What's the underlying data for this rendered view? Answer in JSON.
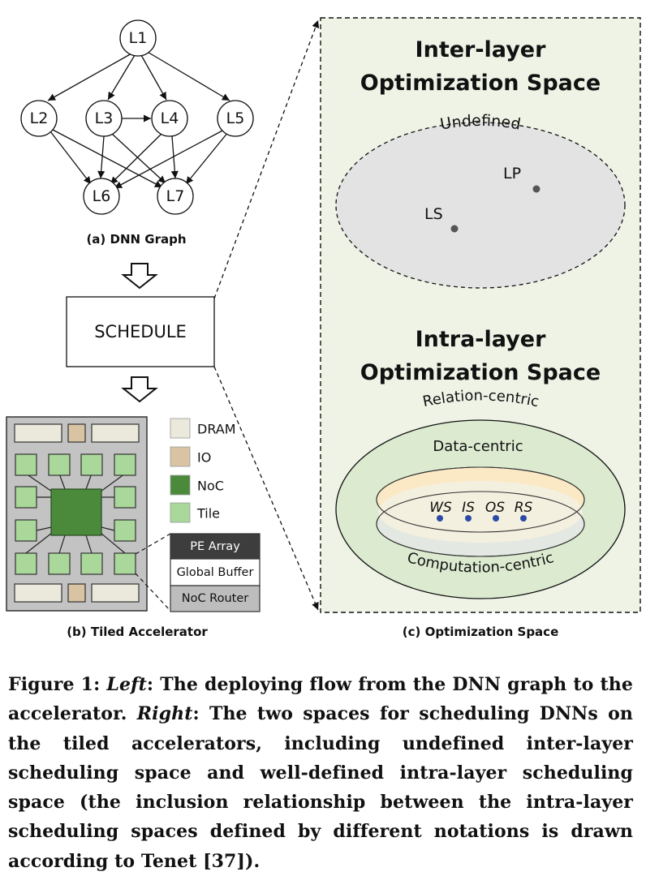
{
  "graph": {
    "nodes": [
      "L1",
      "L2",
      "L3",
      "L4",
      "L5",
      "L6",
      "L7"
    ],
    "caption": "(a) DNN Graph"
  },
  "schedule_label": "SCHEDULE",
  "accelerator": {
    "legend": [
      "DRAM",
      "IO",
      "NoC",
      "Tile"
    ],
    "tile_stack": [
      "PE Array",
      "Global Buffer",
      "NoC Router"
    ],
    "caption": "(b) Tiled Accelerator",
    "colors": {
      "dram": "#ebe8dc",
      "io": "#d8c3a3",
      "noc": "#4a8a3a",
      "tile": "#a9d89a",
      "chip": "#c3c3c3"
    }
  },
  "space": {
    "inter_title": [
      "Inter-layer",
      "Optimization Space"
    ],
    "undefined_label": "Undefined",
    "points": [
      "LP",
      "LS"
    ],
    "intra_title": [
      "Intra-layer",
      "Optimization Space"
    ],
    "relation_label": "Relation-centric",
    "data_label": "Data-centric",
    "computation_label": "Computation-centric",
    "dataflows": [
      "WS",
      "IS",
      "OS",
      "RS"
    ],
    "caption": "(c) Optimization Space"
  },
  "figure_caption": {
    "label": "Figure 1:",
    "left_word": "Left",
    "left_text": ": The deploying flow from the DNN graph to the accelerator. ",
    "right_word": "Right",
    "right_text": ": The two spaces for scheduling DNNs on the tiled accelerators, including undefined inter-layer scheduling space and well-defined intra-layer scheduling space (the inclusion relationship between the intra-layer scheduling spaces defined by different notations is drawn according to Tenet [37])."
  }
}
